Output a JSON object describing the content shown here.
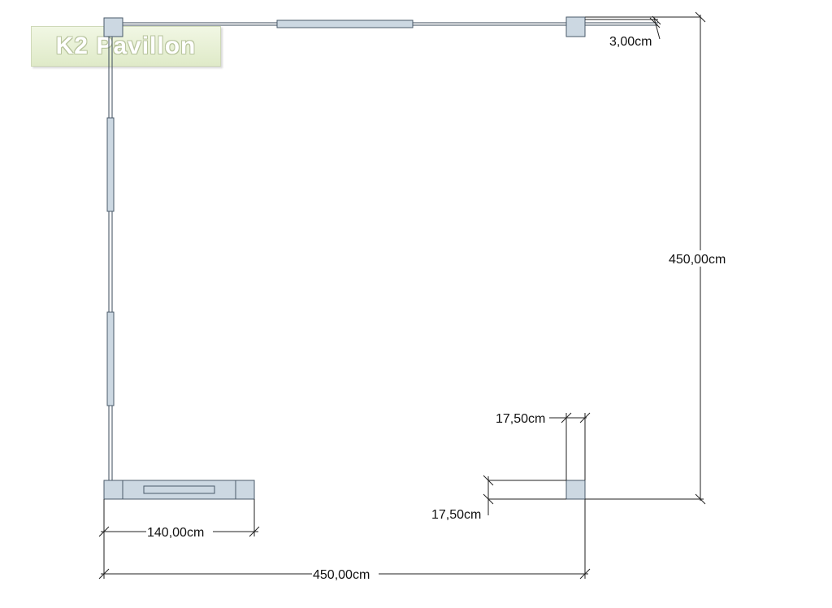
{
  "logo": {
    "text": "K2 Pavillon"
  },
  "dimensions": {
    "post_size": "3,00cm",
    "side_height": "450,00cm",
    "width_total": "450,00cm",
    "door_width": "140,00cm",
    "corner_x": "17,50cm",
    "corner_y": "17,50cm"
  },
  "colors": {
    "wall_line": "#3a4a5a",
    "panel_fill": "#ccd8e2",
    "panel_stroke": "#4a5a6a",
    "logo_bg": "#e6efd3"
  }
}
